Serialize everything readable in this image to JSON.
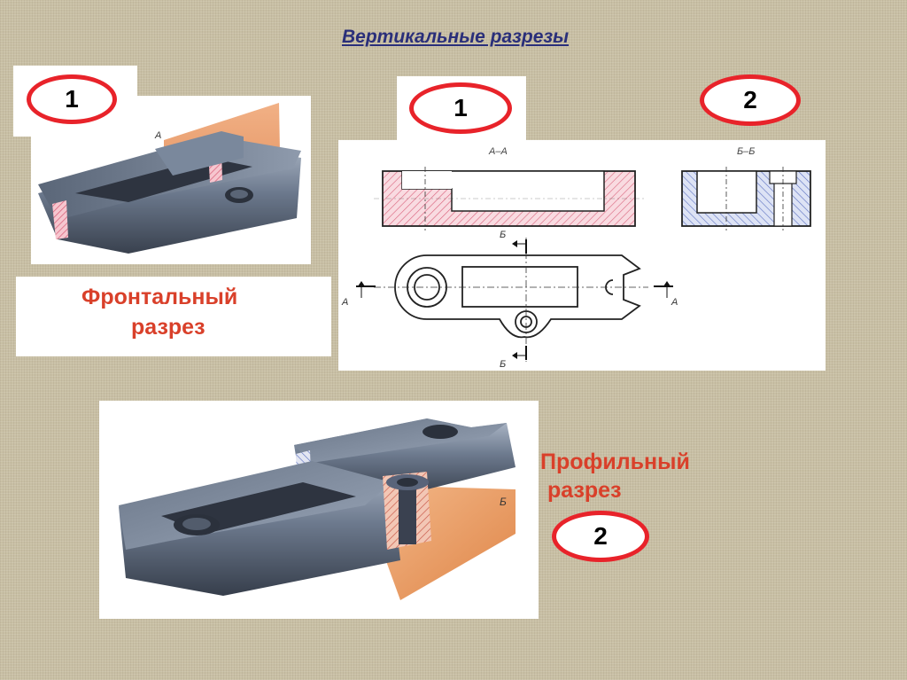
{
  "title": "Вертикальные разрезы",
  "frontal": {
    "badge": "1",
    "caption_line1": "Фронтальный",
    "caption_line2": "разрез",
    "plane_letter": "А"
  },
  "drawing": {
    "badge_left": "1",
    "badge_right": "2",
    "section_aa_label": "А–А",
    "section_bb_label": "Б–Б",
    "cut_letter_a": "А",
    "cut_letter_b": "Б"
  },
  "profile": {
    "badge": "2",
    "caption_line1": "Профильный",
    "caption_line2": "разрез",
    "plane_letter": "Б"
  },
  "colors": {
    "badge_ring": "#e8232a",
    "caption_text": "#d9402a",
    "title_text": "#2a2f7a",
    "plane_orange": "#e9935a",
    "hatch_pink": "#d9607a",
    "hatch_blue": "#5a6fc0",
    "metal": "#5f6d80"
  }
}
